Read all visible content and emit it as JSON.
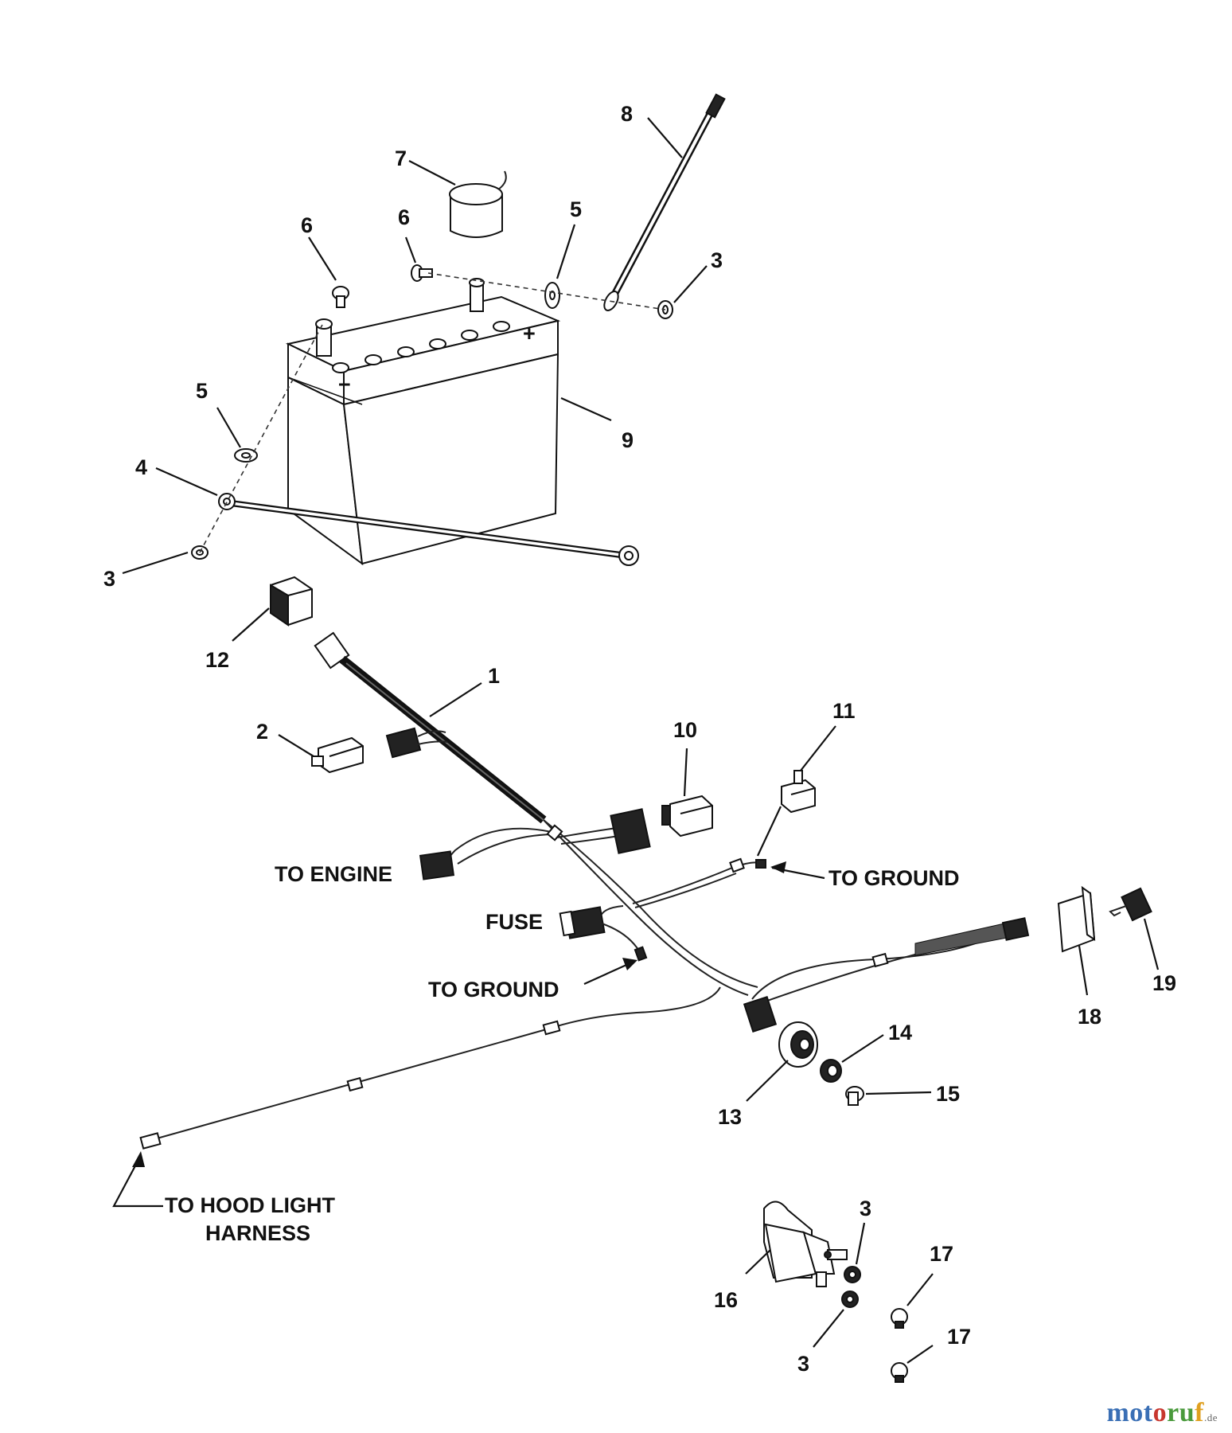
{
  "callouts": {
    "to_engine": "TO ENGINE",
    "to_ground_right": "TO GROUND",
    "fuse": "FUSE",
    "to_ground_left": "TO GROUND",
    "to_hood_line1": "TO HOOD LIGHT",
    "to_hood_line2": "HARNESS"
  },
  "part_numbers": {
    "p1": "1",
    "p2": "2",
    "p3a": "3",
    "p3b": "3",
    "p3c": "3",
    "p3d": "3",
    "p4": "4",
    "p5a": "5",
    "p5b": "5",
    "p6a": "6",
    "p6b": "6",
    "p7": "7",
    "p8": "8",
    "p9": "9",
    "p10": "10",
    "p11": "11",
    "p12": "12",
    "p13": "13",
    "p14": "14",
    "p15": "15",
    "p16": "16",
    "p17a": "17",
    "p17b": "17",
    "p18": "18",
    "p19": "19"
  },
  "watermark": {
    "part1": "mot",
    "part2": "o",
    "part3": "ru",
    "part4": "f",
    "suffix": ".de"
  }
}
